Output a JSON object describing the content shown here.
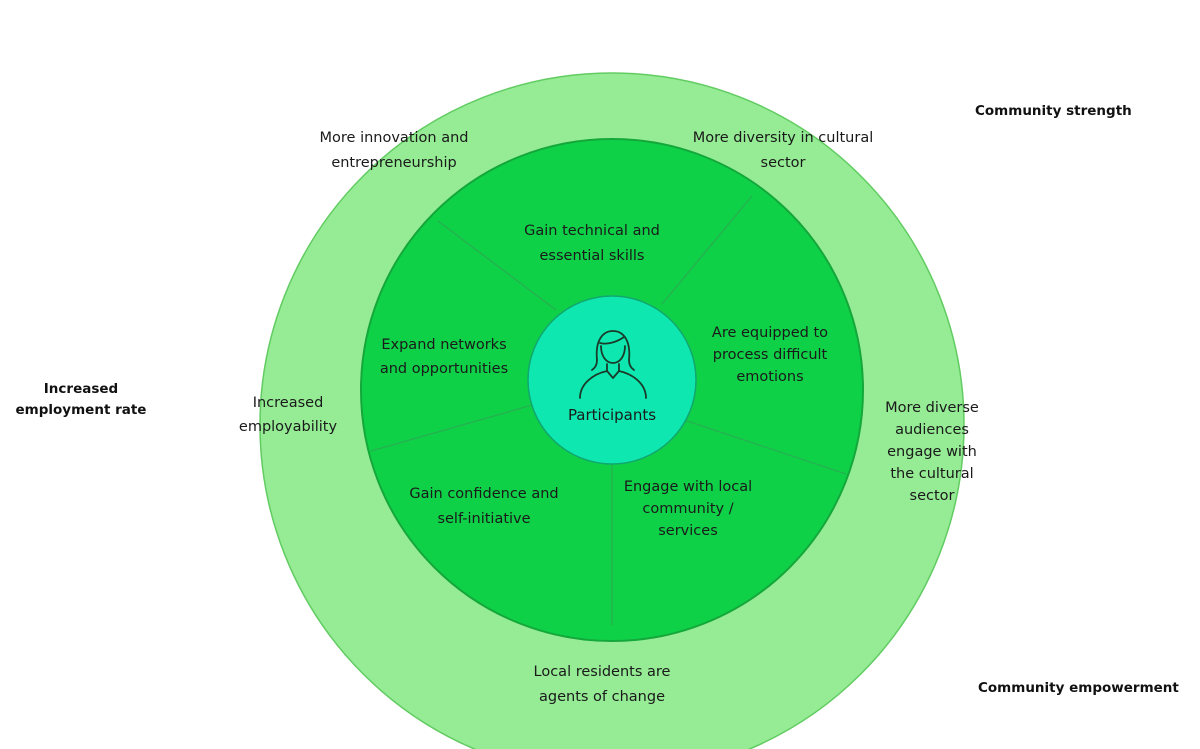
{
  "colors": {
    "outer_ring": "#95ec95",
    "inner_ring": "#0fd148",
    "inner_ring_stroke": "#14a83a",
    "center": "#0ee8b0",
    "center_stroke": "#10a86e",
    "divider": "#26b050",
    "text": "#1a1a1a"
  },
  "center": {
    "label": "Participants",
    "icon": "person-icon"
  },
  "inner_ring": [
    "Gain technical and\nessential skills",
    "Are equipped to\nprocess difficult\nemotions",
    "Engage  with local\ncommunity /\nservices",
    "Gain confidence  and\nself-initiative",
    "Expand networks\nand opportunities"
  ],
  "outer_ring": [
    "More innovation and\nentrepreneurship",
    "More diversity in cultural\nsector",
    "More diverse\naudiences\nengage with\nthe cultural\nsector",
    "Local residents are\nagents of change",
    "Increased\nemployability"
  ],
  "outcomes": {
    "community_strength": "Community  strength",
    "community_empowerment": "Community  empowerment",
    "employment_rate": "Increased\nemployment rate"
  }
}
